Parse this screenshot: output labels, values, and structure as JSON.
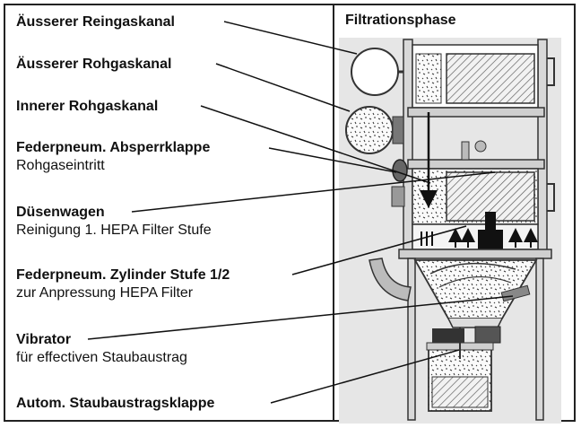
{
  "panel_title": "Filtrationsphase",
  "labels": [
    {
      "title": "Äusserer Reingaskanal",
      "sub": ""
    },
    {
      "title": "Äusserer Rohgaskanal",
      "sub": ""
    },
    {
      "title": "Innerer Rohgaskanal",
      "sub": ""
    },
    {
      "title": "Federpneum. Absperrklappe",
      "sub": "Rohgaseintritt"
    },
    {
      "title": "Düsenwagen",
      "sub": "Reinigung 1. HEPA Filter Stufe"
    },
    {
      "title": "Federpneum. Zylinder Stufe 1/2",
      "sub": "zur Anpressung HEPA Filter"
    },
    {
      "title": "Vibrator",
      "sub": "für effectiven Staubaustrag"
    },
    {
      "title": "Autom. Staubaustragsklappe",
      "sub": ""
    }
  ]
}
